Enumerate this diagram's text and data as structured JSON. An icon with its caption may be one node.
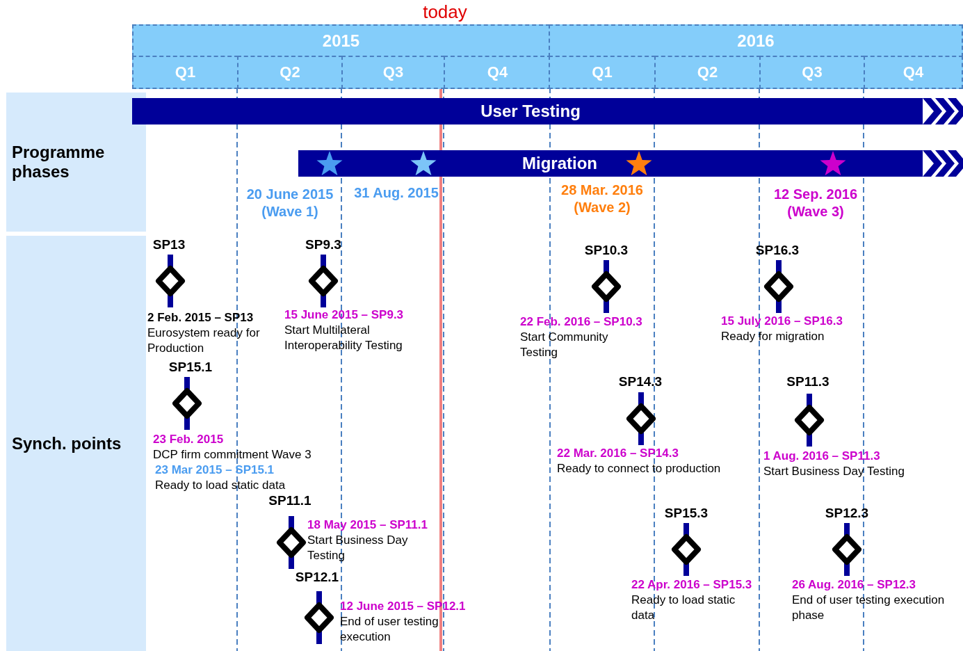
{
  "diagram": {
    "nodes": [
      {
        "text": [
          "2015"
        ]
      },
      {
        "text": [
          "2016"
        ]
      },
      {
        "text": [
          "Q1"
        ]
      },
      {
        "text": [
          "Q2"
        ]
      },
      {
        "text": [
          "Q3"
        ]
      },
      {
        "text": [
          "Q4"
        ]
      },
      {
        "text": [
          "Q1"
        ]
      },
      {
        "text": [
          "Q2"
        ]
      },
      {
        "text": [
          "Q3"
        ]
      },
      {
        "text": [
          "Q4"
        ]
      },
      {
        "text": [
          "Programme phases"
        ]
      },
      {
        "text": [
          "User Testing"
        ]
      },
      {
        "text": [
          "Migration"
        ]
      },
      {
        "text": [],
        "shape": "star",
        "in": 12,
        "beside": [
          "20 June 2015 (Wave 1)"
        ]
      },
      {
        "text": [],
        "shape": "star",
        "in": 12,
        "beside": [
          "31 Aug. 2015"
        ]
      },
      {
        "text": [],
        "shape": "star",
        "in": 12,
        "beside": [
          "28 Mar. 2016 (Wave 2)"
        ]
      },
      {
        "text": [],
        "shape": "star",
        "in": 12,
        "beside": [
          "12 Sep. 2016 (Wave 3)"
        ]
      },
      {
        "text": [
          "Synch. points"
        ]
      },
      {
        "text": [],
        "shape": "diamond",
        "beside": [
          "SP13",
          "2 Feb. 2015 – SP13",
          "Eurosystem ready for Production"
        ]
      },
      {
        "text": [],
        "shape": "diamond",
        "beside": [
          "SP9.3",
          "15 June 2015 – SP9.3",
          "Start Multilateral Interoperability Testing"
        ]
      },
      {
        "text": [],
        "shape": "diamond",
        "beside": [
          "SP10.3",
          "22 Feb. 2016 – SP10.3",
          "Start Community Testing"
        ]
      },
      {
        "text": [],
        "shape": "diamond",
        "beside": [
          "SP16.3",
          "15 July 2016 – SP16.3",
          "Ready for migration"
        ]
      },
      {
        "text": [],
        "shape": "diamond",
        "beside": [
          "SP15.1",
          "23 Feb. 2015",
          "DCP firm commitment Wave 3",
          "23 Mar 2015 – SP15.1",
          "Ready to load static data"
        ]
      },
      {
        "text": [],
        "shape": "diamond",
        "beside": [
          "SP14.3",
          "22 Mar. 2016 – SP14.3",
          "Ready to connect to production"
        ]
      },
      {
        "text": [],
        "shape": "diamond",
        "beside": [
          "SP11.3",
          "1 Aug. 2016 – SP11.3",
          "Start Business Day Testing"
        ]
      },
      {
        "text": [],
        "shape": "diamond",
        "beside": [
          "SP11.1",
          "18 May 2015 – SP11.1",
          "Start Business Day Testing"
        ]
      },
      {
        "text": [],
        "shape": "diamond",
        "beside": [
          "SP15.3",
          "22 Apr. 2016 – SP15.3",
          "Ready to load static data"
        ]
      },
      {
        "text": [],
        "shape": "diamond",
        "beside": [
          "SP12.3",
          "26 Aug. 2016 – SP12.3",
          "End of user testing execution phase"
        ]
      },
      {
        "text": [],
        "shape": "diamond",
        "beside": [
          "SP12.1",
          "12 June 2015 – SP12.1",
          "End of user testing execution"
        ]
      }
    ],
    "labels": [
      "today"
    ]
  }
}
